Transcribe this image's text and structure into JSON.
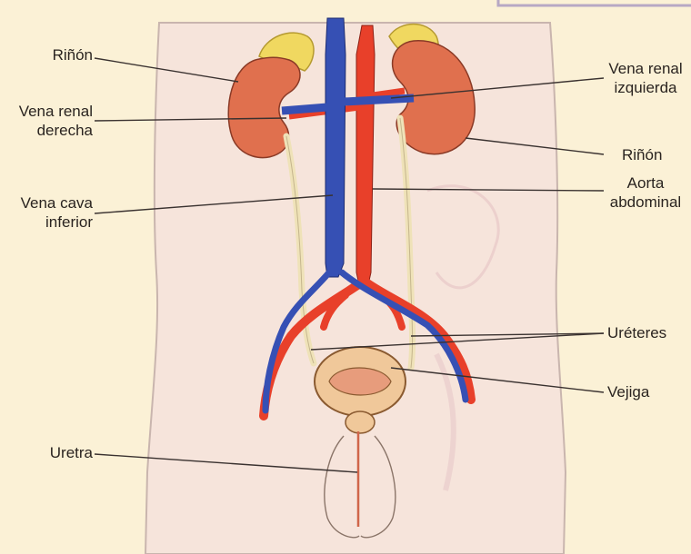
{
  "diagram": {
    "labels": {
      "rinon_left": "Riñón",
      "vena_renal_derecha": "Vena renal\nderecha",
      "vena_cava_inferior": "Vena cava\ninferior",
      "vena_renal_izquierda": "Vena renal\nizquierda",
      "rinon_right": "Riñón",
      "aorta_abdominal": "Aorta\nabdominal",
      "ureteres": "Uréteres",
      "vejiga": "Vejiga",
      "uretra": "Uretra"
    },
    "colors": {
      "background": "#fbf1d6",
      "body_fill": "#f6e4db",
      "kidney": "#e0704e",
      "adrenal": "#f0d860",
      "artery": "#e8402a",
      "vein": "#3650b4",
      "ureter": "#efe2b8",
      "bladder": "#f0c89a",
      "outline": "#4a3a34"
    }
  }
}
